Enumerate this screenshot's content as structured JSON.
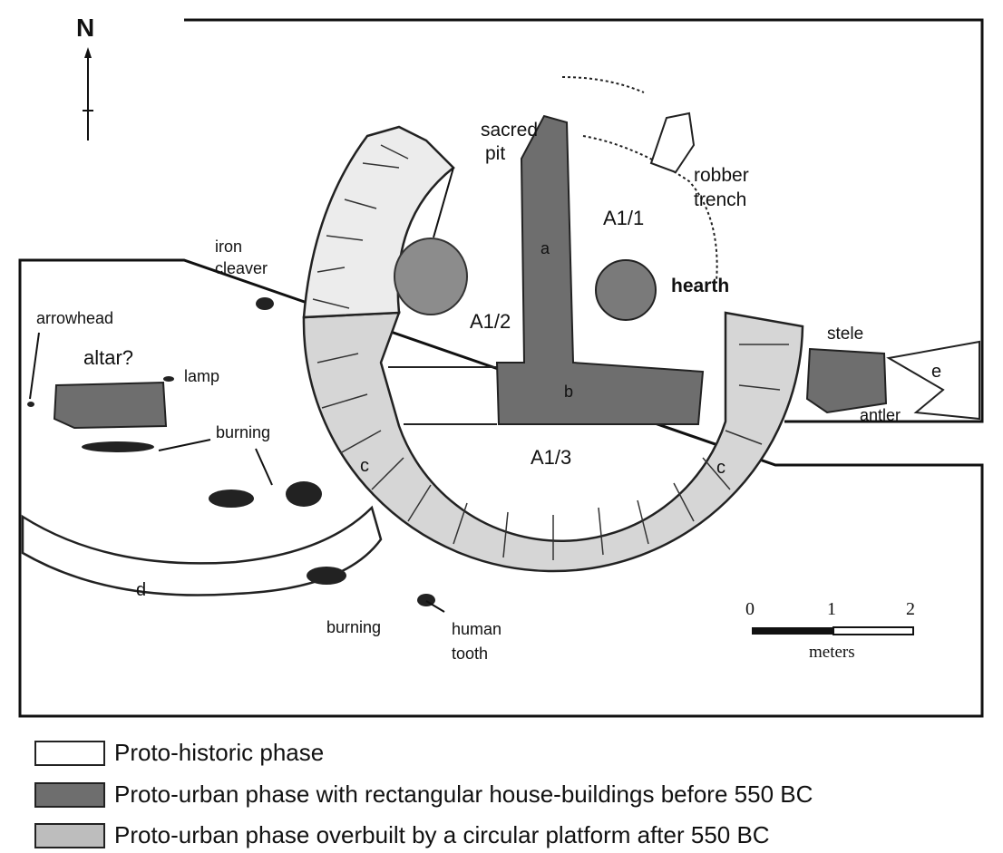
{
  "north_label": "N",
  "labels": {
    "sacred_pit": [
      "sacred",
      "pit"
    ],
    "robber_trench": [
      "robber",
      "trench"
    ],
    "a1_1": "A1/1",
    "a1_2": "A1/2",
    "a1_3": "A1/3",
    "hearth": "hearth",
    "iron_cleaver": [
      "iron",
      "cleaver"
    ],
    "arrowhead": "arrowhead",
    "altar": "altar?",
    "lamp": "lamp",
    "burning_1": "burning",
    "burning_2": "burning",
    "human_tooth": [
      "human",
      "tooth"
    ],
    "stele": "stele",
    "antler": "antler",
    "wall_a": "a",
    "wall_b": "b",
    "platform_c_left": "c",
    "platform_c_right": "c",
    "wall_d": "d",
    "wall_e": "e"
  },
  "scale_bar": {
    "ticks": [
      "0",
      "1",
      "2"
    ],
    "unit": "meters"
  },
  "legend": [
    {
      "label": "Proto-historic phase",
      "color": "#ffffff"
    },
    {
      "label": "Proto-urban phase with rectangular house-buildings before 550 BC",
      "color": "#6e6e6e"
    },
    {
      "label": "Proto-urban phase overbuilt by a circular platform after 550 BC",
      "color": "#bdbdbd"
    }
  ],
  "colors": {
    "dark_phase": "#6e6e6e",
    "light_phase": "#d6d6d6",
    "outline": "#1a1a1a"
  }
}
